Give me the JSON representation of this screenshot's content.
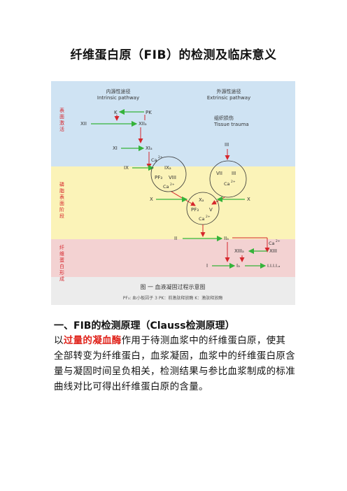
{
  "doc": {
    "title": "纤维蛋白原（FIB）的检测及临床意义",
    "section1_heading": "一、FIB的检测原理（Clauss检测原理）",
    "para1": {
      "lead": "以",
      "highlight": "过量的凝血酶",
      "body": "作用于待测血浆中的纤维蛋白原，使其全部转变为纤维蛋白，血浆凝固，血浆中的纤维蛋白原含量与凝固时间呈负相关，检测结果与参比血浆制成的标准曲线对比可得出纤维蛋白原的含量。"
    }
  },
  "figure": {
    "colors": {
      "blue_band": "#cfe3f3",
      "yellow_band": "#fbf3b8",
      "pink_band": "#f3d2d2",
      "green_arrow": "#35b33a",
      "red_arrow": "#d6262c",
      "text": "#333333"
    },
    "stages": [
      "表面激活",
      "磷脂表面阶段",
      "纤维蛋白形成"
    ],
    "intrinsic_cn": "内源性途径",
    "intrinsic_en": "Intrinsic pathway",
    "extrinsic_cn": "外源性途径",
    "extrinsic_en": "Extrinsic pathway",
    "tissue_cn": "组织损伤",
    "tissue_en": "Tissue trauma",
    "labels": {
      "K": "K",
      "PK": "PK",
      "XII": "XII",
      "XIIa": "XIIₐ",
      "XI": "XI",
      "XIa": "XIₐ",
      "Ca": "Ca",
      "sup2": "2+",
      "IX": "IX",
      "IXa": "IXₐ",
      "PF3": "PF₃",
      "VIII": "VIII",
      "III": "III",
      "VII": "VII",
      "X": "X",
      "Xa": "Xₐ",
      "V": "V",
      "II": "II",
      "IIa": "IIₐ",
      "XIII": "XIII",
      "XIIIa": "XIIIₐ",
      "I": "I",
      "Ia": "Iₐ",
      "end": "I.I.I.I.ₐ"
    },
    "caption": "图 一  血液凝固过程示意图",
    "footnote": "PF₃: 血小板因子 3    PK：前激肽释放酶    K：激肽释放酶"
  }
}
